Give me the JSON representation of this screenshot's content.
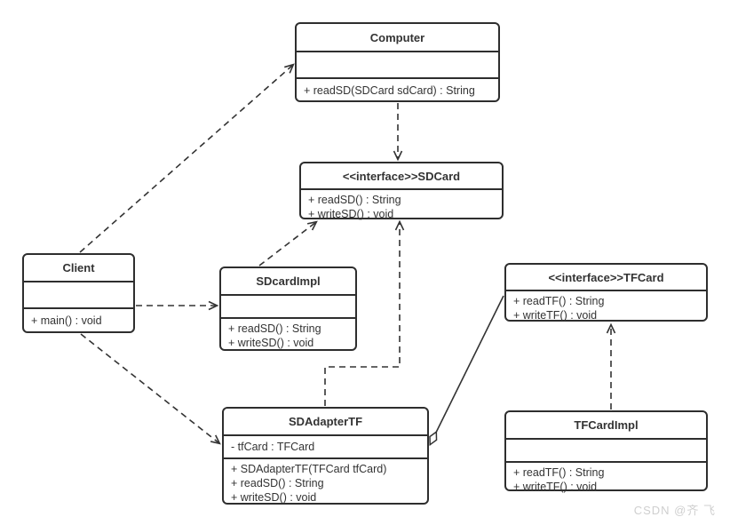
{
  "classes": {
    "computer": {
      "name": "Computer",
      "attributes": [],
      "methods": [
        "+ readSD(SDCard sdCard) : String"
      ]
    },
    "sdcard": {
      "name": "<<interface>>SDCard",
      "attributes": [],
      "methods": [
        "+ readSD() : String",
        "+ writeSD() : void"
      ]
    },
    "client": {
      "name": "Client",
      "attributes": [],
      "methods": [
        "+ main() : void"
      ]
    },
    "sdcardimpl": {
      "name": "SDcardImpl",
      "attributes": [],
      "methods": [
        "+ readSD() : String",
        "+ writeSD() : void"
      ]
    },
    "tfcard": {
      "name": "<<interface>>TFCard",
      "attributes": [],
      "methods": [
        "+ readTF() : String",
        "+ writeTF() : void"
      ]
    },
    "sdadaptertf": {
      "name": "SDAdapterTF",
      "attributes": [
        "- tfCard : TFCard"
      ],
      "methods": [
        "+ SDAdapterTF(TFCard tfCard)",
        "+ readSD() : String",
        "+ writeSD() : void"
      ]
    },
    "tfcardimpl": {
      "name": "TFCardImpl",
      "attributes": [],
      "methods": [
        "+ readTF() : String",
        "+ writeTF() : void"
      ]
    }
  },
  "relations": [
    {
      "from": "Client",
      "to": "Computer",
      "type": "dependency",
      "style": "dashed line, open arrowhead at Computer"
    },
    {
      "from": "Computer",
      "to": "SDCard",
      "type": "dependency",
      "style": "dashed line, open arrowhead at SDCard"
    },
    {
      "from": "Client",
      "to": "SDcardImpl",
      "type": "dependency",
      "style": "dashed line, open arrowhead at SDcardImpl"
    },
    {
      "from": "Client",
      "to": "SDAdapterTF",
      "type": "dependency",
      "style": "dashed line, open arrowhead at SDAdapterTF"
    },
    {
      "from": "SDcardImpl",
      "to": "SDCard",
      "type": "realization",
      "style": "dashed line, open arrowhead at SDCard"
    },
    {
      "from": "SDAdapterTF",
      "to": "SDCard",
      "type": "realization",
      "style": "dashed orthogonal line, open arrowhead at SDCard"
    },
    {
      "from": "SDAdapterTF",
      "to": "TFCard",
      "type": "aggregation",
      "style": "solid line, hollow diamond at SDAdapterTF"
    },
    {
      "from": "TFCardImpl",
      "to": "TFCard",
      "type": "realization",
      "style": "dashed line, open arrowhead at TFCard"
    }
  ],
  "watermark": "CSDN @齐 飞",
  "colors": {
    "line": "#333333",
    "border": "#2e2e2e",
    "text": "#333333",
    "background": "#ffffff",
    "watermark": "#cfcfcf"
  }
}
